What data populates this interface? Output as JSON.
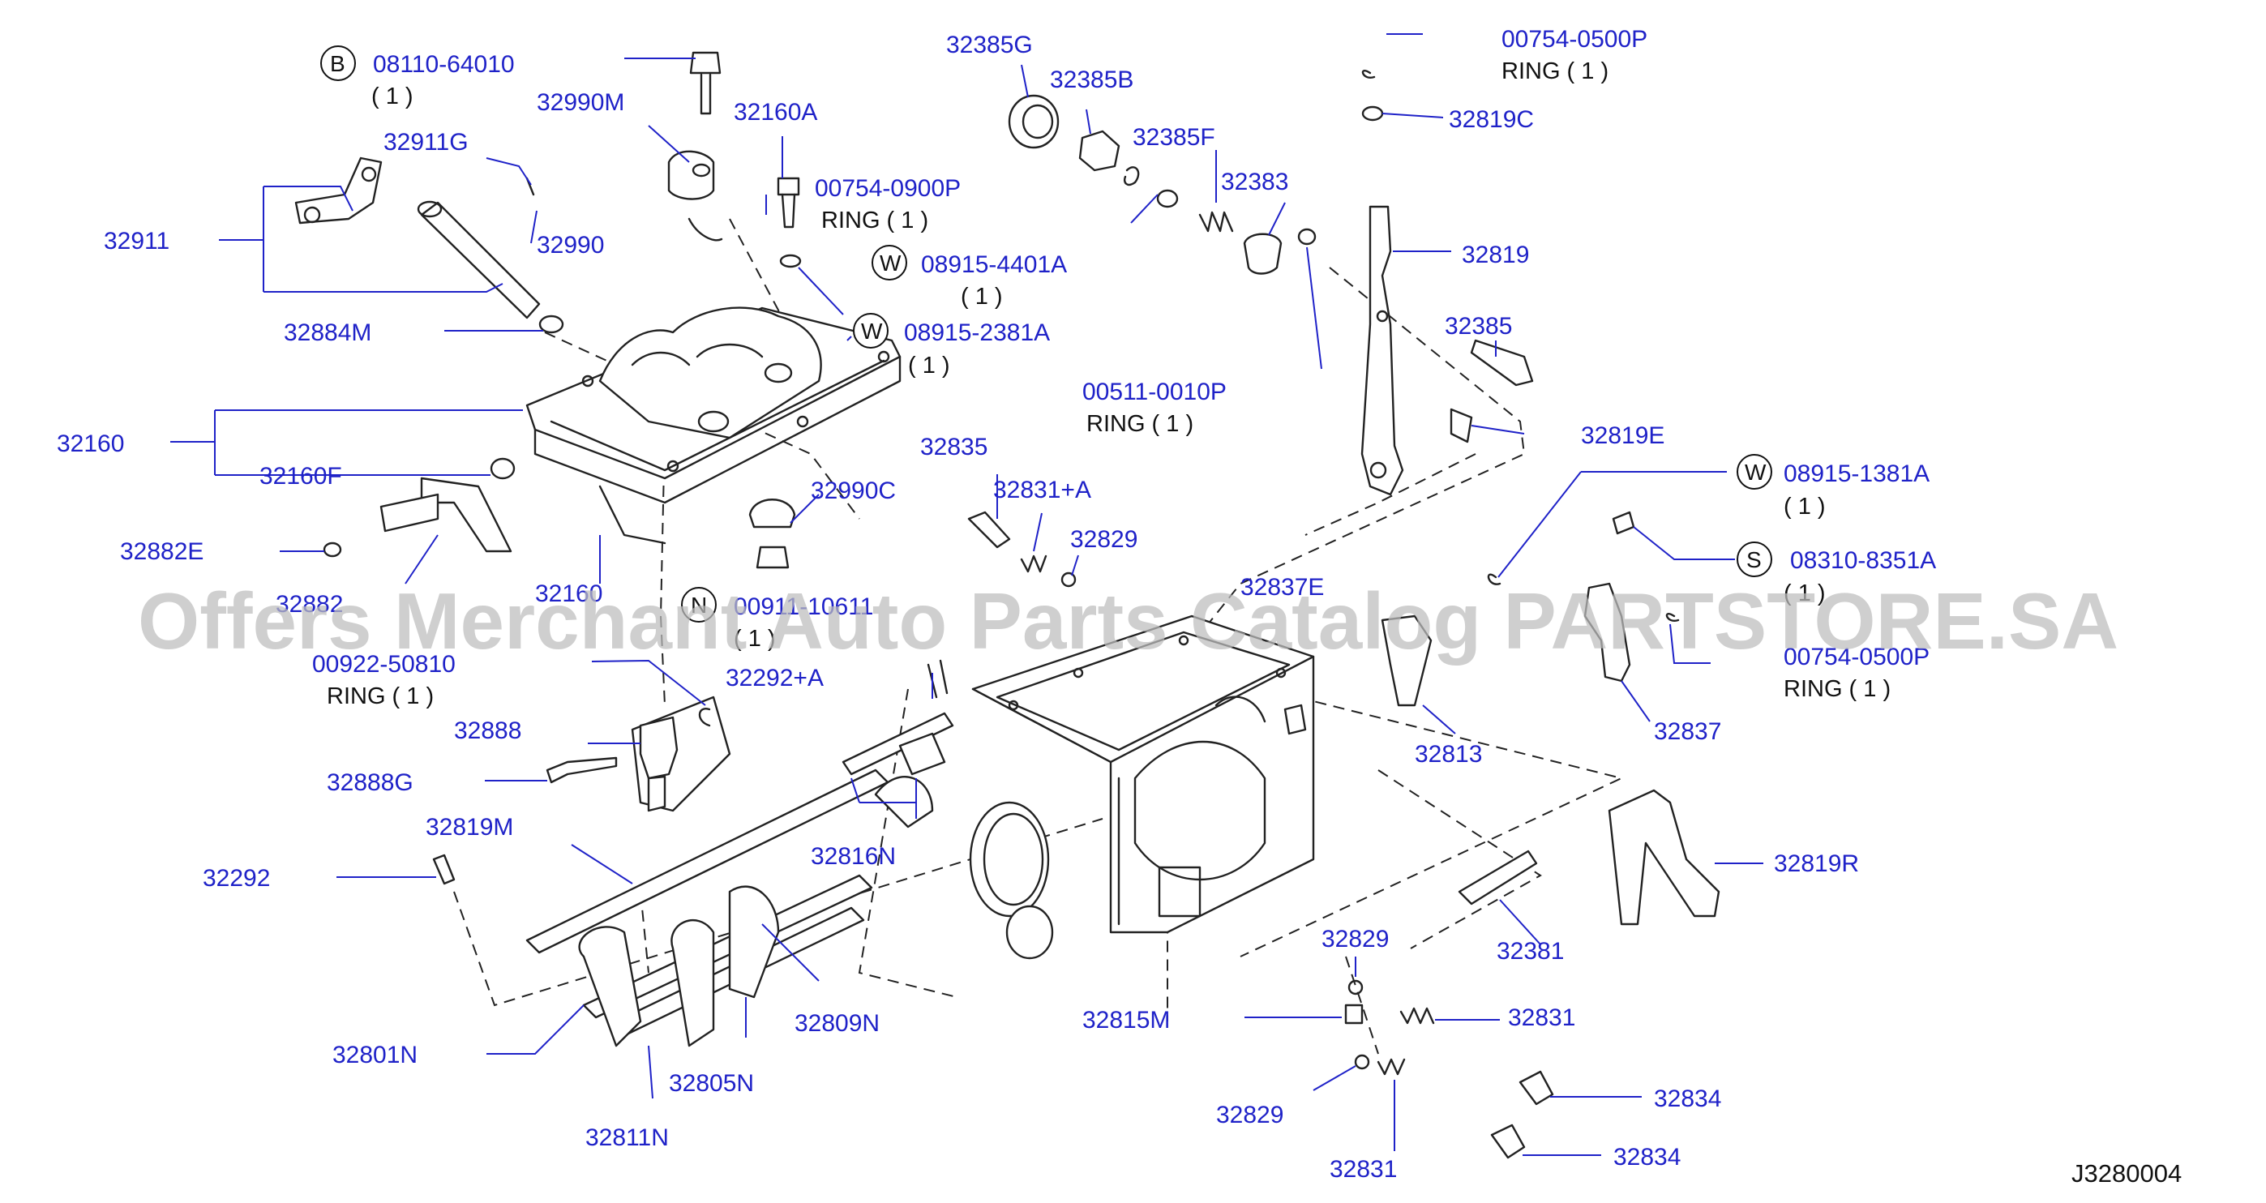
{
  "diagram_code": "J3280004",
  "watermark": "Offers Merchant Auto Parts Catalog PARTSTORE.SA",
  "labels": {
    "p08110": "08110-64010",
    "p08110_qty": "( 1 )",
    "p08110_letter": "B",
    "p32990M": "32990M",
    "p32160A": "32160A",
    "p32911G": "32911G",
    "p32911": "32911",
    "p32990": "32990",
    "p00754_0900": "00754-0900P",
    "p00754_0900_qty": "RING ( 1 )",
    "p08915_4401": "08915-4401A",
    "p08915_4401_qty": "( 1 )",
    "p08915_4401_letter": "W",
    "p32884M": "32884M",
    "p08915_2381": "08915-2381A",
    "p08915_2381_qty": "( 1 )",
    "p08915_2381_letter": "W",
    "p32160": "32160",
    "p32160F": "32160F",
    "p32882E": "32882E",
    "p32882": "32882",
    "p32160b": "32160",
    "p32990C": "32990C",
    "p00911": "00911-10611",
    "p00911_qty": "( 1 )",
    "p00911_letter": "N",
    "p00922": "00922-50810",
    "p00922_qty": "RING ( 1 )",
    "p32292A": "32292+A",
    "p32888": "32888",
    "p32888G": "32888G",
    "p32819M": "32819M",
    "p32292": "32292",
    "p32816N": "32816N",
    "p32801N": "32801N",
    "p32805N": "32805N",
    "p32809N": "32809N",
    "p32811N": "32811N",
    "p32385G": "32385G",
    "p32385B": "32385B",
    "p32385F": "32385F",
    "p32383": "32383",
    "p00511": "00511-0010P",
    "p00511_qty": "RING ( 1 )",
    "p32835": "32835",
    "p32831A": "32831+A",
    "p32829a": "32829",
    "p32837E": "32837E",
    "p00754_0500a": "00754-0500P",
    "p00754_0500a_qty": "RING ( 1 )",
    "p32819C": "32819C",
    "p32819": "32819",
    "p32385": "32385",
    "p32819E": "32819E",
    "p08915_1381": "08915-1381A",
    "p08915_1381_qty": "( 1 )",
    "p08915_1381_letter": "W",
    "p08310": "08310-8351A",
    "p08310_qty": "( 1 )",
    "p08310_letter": "S",
    "p00754_0500b": "00754-0500P",
    "p00754_0500b_qty": "RING ( 1 )",
    "p32837": "32837",
    "p32813": "32813",
    "p32819R": "32819R",
    "p32381": "32381",
    "p32829b": "32829",
    "p32815M": "32815M",
    "p32831b": "32831",
    "p32834a": "32834",
    "p32829c": "32829",
    "p32831c": "32831",
    "p32834b": "32834"
  }
}
